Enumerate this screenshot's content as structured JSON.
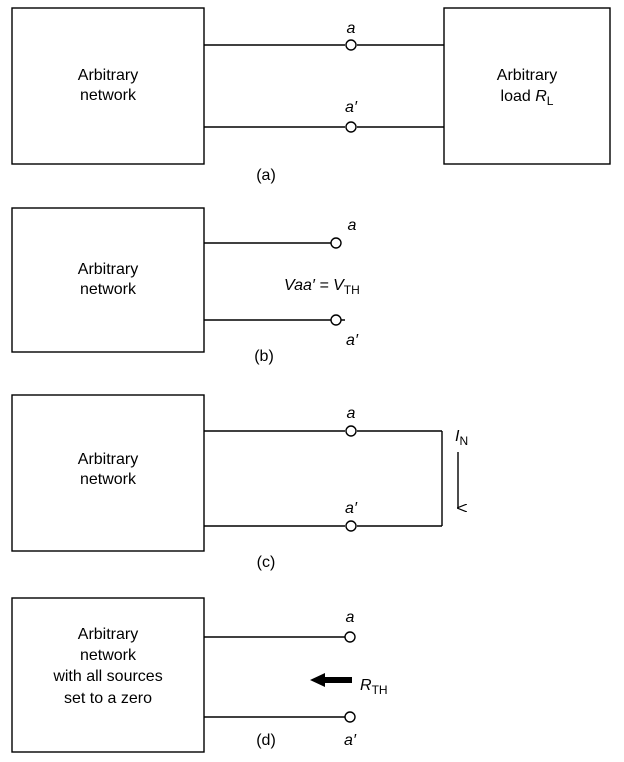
{
  "panel_a": {
    "caption": "(a)",
    "network_line1": "Arbitrary",
    "network_line2": "network",
    "terminal_a": "a",
    "terminal_a_prime": "a′",
    "load_line1": "Arbitrary",
    "load_line2": "load",
    "load_symbol": "R",
    "load_subscript": "L"
  },
  "panel_b": {
    "caption": "(b)",
    "network_line1": "Arbitrary",
    "network_line2": "network",
    "terminal_a": "a",
    "terminal_a_prime": "a′",
    "voltage_lhs": "Vaa′ = ",
    "voltage_symbol": "V",
    "voltage_subscript": "TH"
  },
  "panel_c": {
    "caption": "(c)",
    "network_line1": "Arbitrary",
    "network_line2": "network",
    "terminal_a": "a",
    "terminal_a_prime": "a′",
    "current_symbol": "I",
    "current_subscript": "N"
  },
  "panel_d": {
    "caption": "(d)",
    "network_line1": "Arbitrary",
    "network_line2": "network",
    "network_line3": "with all sources",
    "network_line4": "set to a zero",
    "terminal_a": "a",
    "terminal_a_prime": "a′",
    "resistance_symbol": "R",
    "resistance_subscript": "TH"
  }
}
